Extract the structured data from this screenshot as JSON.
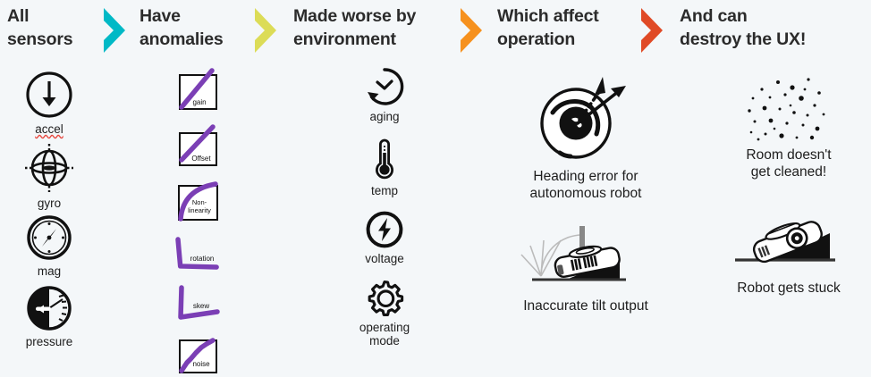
{
  "background_color": "#F4F7F9",
  "header": {
    "stages": [
      {
        "title": "All\nsensors",
        "chevron_color": "#00B9C6",
        "chevron_name": "chevron-teal"
      },
      {
        "title": "Have\nanomalies",
        "chevron_color": "#DCDC57",
        "chevron_name": "chevron-yellow"
      },
      {
        "title": "Made worse by\nenvironment",
        "chevron_color": "#F6911E",
        "chevron_name": "chevron-orange"
      },
      {
        "title": "Which affect\noperation",
        "chevron_color": "#E04A26",
        "chevron_name": "chevron-red"
      },
      {
        "title": "And can\ndestroy the UX!",
        "chevron_color": "",
        "chevron_name": ""
      }
    ]
  },
  "columns": {
    "sensors": {
      "items": [
        {
          "label": "accel",
          "icon": "accelerometer-icon",
          "misspelled": true
        },
        {
          "label": "gyro",
          "icon": "gyroscope-icon",
          "misspelled": false
        },
        {
          "label": "mag",
          "icon": "compass-icon",
          "misspelled": false
        },
        {
          "label": "pressure",
          "icon": "pressure-gauge-icon",
          "misspelled": false
        }
      ]
    },
    "anomalies": {
      "accent_color": "#7B3FB5",
      "items": [
        {
          "label": "gain",
          "icon": "gain-plot-icon",
          "shape": "box-diagonal"
        },
        {
          "label": "Offset",
          "icon": "offset-plot-icon",
          "shape": "box-diagonal"
        },
        {
          "label": "Non-\nlinearity",
          "icon": "nonlinearity-plot-icon",
          "shape": "box-curve"
        },
        {
          "label": "rotation",
          "icon": "rotation-axes-icon",
          "shape": "axes-rotated"
        },
        {
          "label": "skew",
          "icon": "skew-axes-icon",
          "shape": "axes-skewed"
        },
        {
          "label": "noise",
          "icon": "noise-plot-icon",
          "shape": "box-noisy"
        }
      ]
    },
    "environment": {
      "items": [
        {
          "label": "aging",
          "icon": "clock-rotate-icon"
        },
        {
          "label": "temp",
          "icon": "thermometer-icon"
        },
        {
          "label": "voltage",
          "icon": "lightning-bolt-icon"
        },
        {
          "label": "operating\nmode",
          "icon": "gear-icon"
        }
      ]
    },
    "operation": {
      "items": [
        {
          "label": "Heading error for\nautonomous robot",
          "icon": "robot-heading-error-icon"
        },
        {
          "label": "Inaccurate tilt output",
          "icon": "robot-on-incline-icon"
        }
      ]
    },
    "ux": {
      "items": [
        {
          "label": "Room doesn't\nget cleaned!",
          "icon": "scattered-dirt-icon"
        },
        {
          "label": "Robot gets stuck",
          "icon": "robot-stuck-icon"
        }
      ]
    }
  }
}
